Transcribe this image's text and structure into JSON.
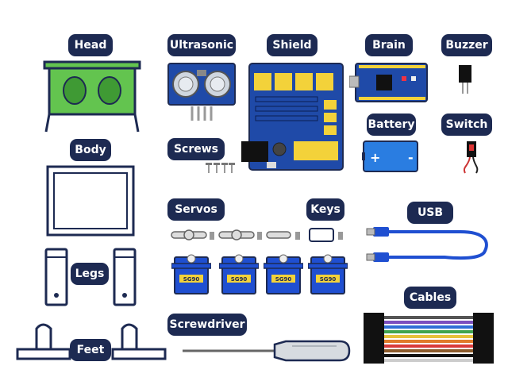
{
  "labels": {
    "head": "Head",
    "ultrasonic": "Ultrasonic",
    "shield": "Shield",
    "brain": "Brain",
    "buzzer": "Buzzer",
    "battery": "Battery",
    "switch": "Switch",
    "body": "Body",
    "screws": "Screws",
    "servos": "Servos",
    "keys": "Keys",
    "usb": "USB",
    "legs": "Legs",
    "cables": "Cables",
    "feet": "Feet",
    "screwdriver": "Screwdriver"
  },
  "servo_label": "SG90",
  "colors": {
    "label_bg": "#1d2a52",
    "head_green": "#63c44f",
    "pcb_blue": "#1f4aa8",
    "header_yellow": "#f3d23a",
    "usb_blue": "#1f4fd1",
    "battery_blue": "#2a7de1",
    "outline_navy": "#1d2a52"
  },
  "cable_colors": [
    "#555555",
    "#7b4fbf",
    "#2f6fd6",
    "#3fa34d",
    "#e6c13a",
    "#e07b2a",
    "#d93b3b",
    "#8b5a2b",
    "#111111",
    "#cccccc"
  ]
}
